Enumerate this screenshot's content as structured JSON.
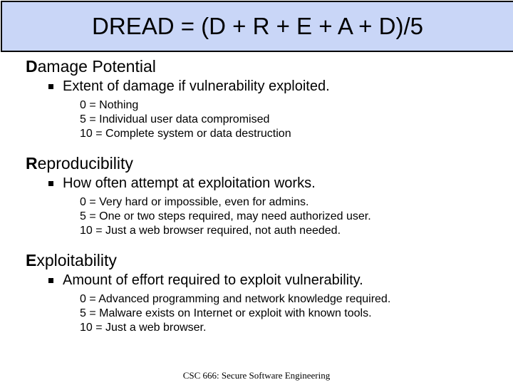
{
  "slide": {
    "title": "DREAD = (D + R + E + A + D)/5",
    "title_bg": "#c9d6f7",
    "title_border": "#000000",
    "text_color": "#000000",
    "bullet_icon": "square-bullet-icon",
    "footer": "CSC 666: Secure Software Engineering",
    "sections": [
      {
        "heading_initial": "D",
        "heading_rest": "amage Potential",
        "description": "Extent of damage if vulnerability exploited.",
        "scale": [
          "0 = Nothing",
          "5 = Individual user data compromised",
          "10 = Complete system or data destruction"
        ]
      },
      {
        "heading_initial": "R",
        "heading_rest": "eproducibility",
        "description": "How often attempt at exploitation works.",
        "scale": [
          "0 = Very hard or impossible, even for admins.",
          "5 = One or two steps required, may need authorized user.",
          "10 = Just a web browser required, not auth needed."
        ]
      },
      {
        "heading_initial": "E",
        "heading_rest": "xploitability",
        "description": "Amount of effort required to exploit vulnerability.",
        "scale": [
          "0 = Advanced programming and network knowledge required.",
          "5 = Malware exists on Internet or exploit with known tools.",
          "10 = Just a web browser."
        ]
      }
    ]
  }
}
